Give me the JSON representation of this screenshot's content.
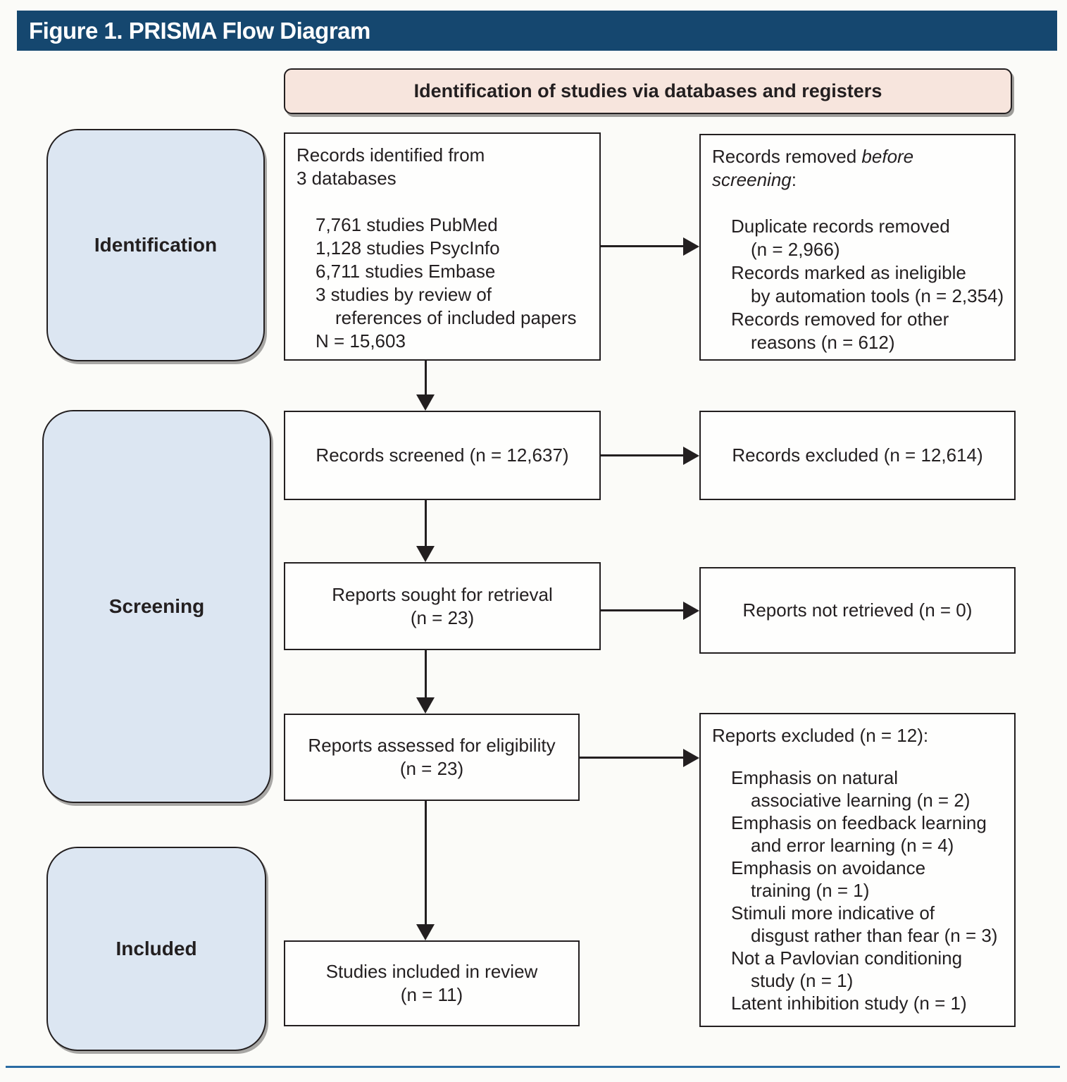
{
  "figure": {
    "title": "Figure 1. PRISMA Flow Diagram"
  },
  "banner": {
    "text": "Identification of studies via databases and registers"
  },
  "stages": {
    "identification": "Identification",
    "screening": "Screening",
    "included": "Included"
  },
  "flow": {
    "identified": {
      "title_line1": "Records identified from",
      "title_line2": "3 databases",
      "detail_lines": [
        "7,761 studies PubMed",
        "1,128 studies PsycInfo",
        "6,711 studies Embase",
        "3 studies by review of",
        "references of included papers",
        "N = 15,603"
      ]
    },
    "screened": {
      "text": "Records screened (n = 12,637)"
    },
    "sought": {
      "line1": "Reports sought for retrieval",
      "line2": "(n = 23)"
    },
    "assessed": {
      "line1": "Reports assessed for eligibility",
      "line2": "(n = 23)"
    },
    "included_review": {
      "line1": "Studies included in review",
      "line2": "(n = 11)"
    }
  },
  "exclusions": {
    "removed_before": {
      "line1_roman": "Records removed ",
      "line1_italic": "before",
      "line2_italic": "screening",
      "line2_roman": ":",
      "detail_lines": [
        "Duplicate records removed",
        "(n = 2,966)",
        "Records marked as ineligible",
        "by automation tools (n = 2,354)",
        "Records removed for other",
        "reasons (n = 612)"
      ]
    },
    "records_excluded": {
      "text": "Records excluded (n = 12,614)"
    },
    "not_retrieved": {
      "text": "Reports not retrieved (n = 0)"
    },
    "reports_excluded": {
      "title": "Reports excluded (n = 12):",
      "detail_lines": [
        "Emphasis on natural",
        "associative learning (n = 2)",
        "Emphasis on feedback learning",
        "and error learning (n = 4)",
        "Emphasis on avoidance",
        "training (n = 1)",
        "Stimuli more indicative of",
        "disgust rather than fear (n = 3)",
        "Not a Pavlovian conditioning",
        "study (n = 1)",
        "Latent inhibition study (n = 1)"
      ]
    }
  },
  "colors": {
    "header_bg": "#15476f",
    "banner_bg": "#f7e5dd",
    "stage_bg": "#dce6f2",
    "box_border": "#231f20",
    "bottom_rule": "#2a6ba3"
  }
}
